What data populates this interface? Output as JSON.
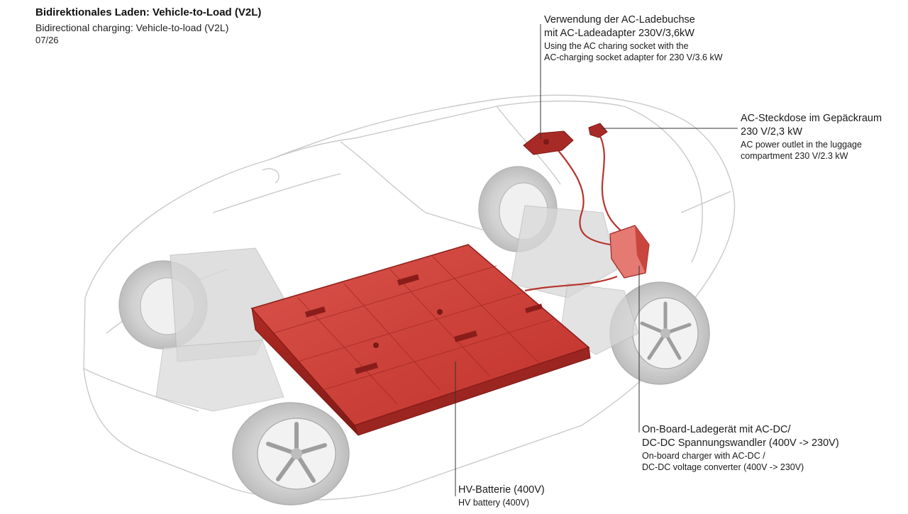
{
  "header": {
    "title": "Bidirektionales Laden: Vehicle-to-Load (V2L)",
    "subtitle": "Bidirectional charging: Vehicle-to-load (V2L)",
    "page": "07/26"
  },
  "callouts": {
    "ac_socket": {
      "de_line1": "Verwendung der AC-Ladebuchse",
      "de_line2": "mit AC-Ladeadapter 230V/3,6kW",
      "en_line1": "Using the AC charing socket with the",
      "en_line2": "AC-charging socket adapter for 230 V/3.6 kW"
    },
    "ac_outlet": {
      "de_line1": "AC-Steckdose im Gepäckraum",
      "de_line2": "230 V/2,3 kW",
      "en_line1": "AC power outlet in the luggage",
      "en_line2": "compartment 230 V/2.3 kW"
    },
    "onboard_charger": {
      "de_line1": "On-Board-Ladegerät mit AC-DC/",
      "de_line2": "DC-DC Spannungswandler (400V -> 230V)",
      "en_line1": "On-board charger with AC-DC /",
      "en_line2": "DC-DC voltage converter (400V -> 230V)"
    },
    "hv_battery": {
      "de_line1": "HV-Batterie (400V)",
      "en_line1": "HV battery (400V)"
    }
  },
  "colors": {
    "battery_red": "#c8362f",
    "battery_dark": "#8e1f1b",
    "component_red": "#a82a26",
    "car_outline": "#c9c9c9",
    "leader_line": "#333333"
  }
}
